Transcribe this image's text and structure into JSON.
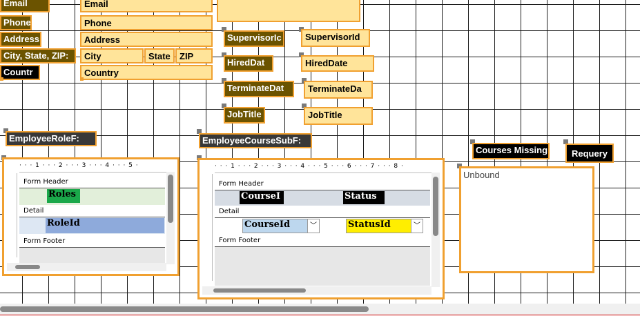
{
  "labels": {
    "email": "Email",
    "phone": "Phone",
    "address": "Address",
    "city_state_zip": "City, State, ZIP:",
    "country": "Countr",
    "supervisor": "SupervisorIc",
    "hired": "HiredDat",
    "terminate": "TerminateDat",
    "jobtitle": "JobTitle",
    "emp_role_subf": "EmployeeRoleF:",
    "emp_course_subf": "EmployeeCourseSubF:",
    "courses_missing": "Courses Missing"
  },
  "fields": {
    "email": "Email",
    "phone": "Phone",
    "address": "Address",
    "city": "City",
    "state": "State",
    "zip": "ZIP",
    "country": "Country",
    "supervisor": "SupervisorId",
    "hired": "HiredDate",
    "terminate": "TerminateDa",
    "jobtitle": "JobTitle",
    "unbound": "Unbound"
  },
  "requery_button": "Requery",
  "role_subform": {
    "ruler": "·  ·  ·  1  ·  ·  ·  2  ·  ·  ·  3  ·  ·  ·  4  ·  ·  ·  5  ·",
    "form_header": "Form Header",
    "detail": "Detail",
    "form_footer": "Form Footer",
    "header_label": "Roles",
    "detail_field": "RoleId"
  },
  "course_subform": {
    "ruler": "·  ·  ·  1  ·  ·  ·  2  ·  ·  ·  3  ·  ·  ·  4  ·  ·  ·  5  ·  ·  ·  6  ·  ·  ·  7  ·  ·  ·  8  ·",
    "form_header": "Form Header",
    "detail": "Detail",
    "form_footer": "Form Footer",
    "header_label_course": "CourseI",
    "header_label_status": "Status",
    "detail_combo_course": "CourseId",
    "detail_combo_status": "StatusId"
  },
  "colors": {
    "field_bg": "#ffe49a",
    "label_bg": "#6b5300",
    "selection": "#f0a030",
    "status_combo": "#ffee00",
    "course_combo": "#bdd7ee",
    "role_detail": "#8eaadb",
    "roles_label": "#1aa84a"
  }
}
